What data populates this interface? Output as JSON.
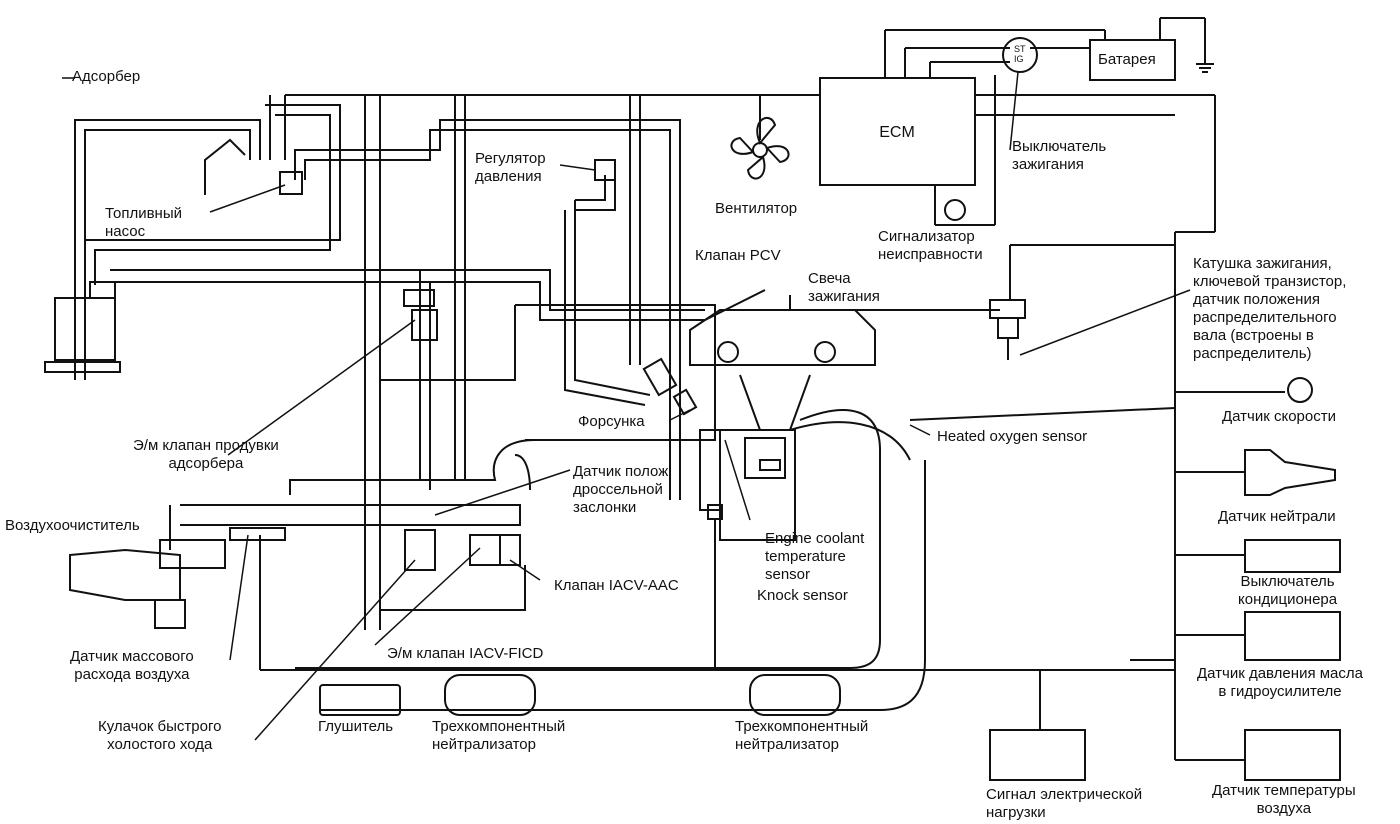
{
  "labels": {
    "adsorber": "Адсорбер",
    "fuel_pump": "Топливный\nнасос",
    "pressure_regulator": "Регулятор\nдавления",
    "fan": "Вентилятор",
    "ecm": "ECM",
    "battery": "Батарея",
    "ignition_switch_contacts": "ST\nIG",
    "ignition_switch": "Выключатель\nзажигания",
    "malfunction_indicator": "Сигнализатор\nнеисправности",
    "pcv_valve": "Клапан PCV",
    "spark_plug": "Свеча\nзажигания",
    "ignition_coil": "Катушка зажигания,\nключевой транзистор,\nдатчик положения\nраспределительного\nвала (встроены в\nраспределитель)",
    "injector": "Форсунка",
    "heated_oxygen_sensor": "Heated oxygen sensor",
    "speed_sensor": "Датчик скорости",
    "neutral_sensor": "Датчик нейтрали",
    "ac_switch": "Выключатель\nкондиционера",
    "power_steering_sensor": "Датчик давления масла\nв гидроусилителе",
    "air_temp_sensor": "Датчик температуры\nвоздуха",
    "electrical_load_signal": "Сигнал электрической\nнагрузки",
    "purge_solenoid": "Э/м клапан продувки\nадсорбера",
    "air_cleaner": "Воздухоочиститель",
    "throttle_position_sensor": "Датчик полож.\nдроссельной\nзаслонки",
    "coolant_temp_sensor": "Engine coolant\ntemperature\nsensor",
    "knock_sensor": "Knock sensor",
    "iacv_aac": "Клапан IACV-AAC",
    "iacv_ficd": "Э/м клапан IACV-FICD",
    "mass_air_flow_sensor": "Датчик массового\nрасхода воздуха",
    "fast_idle_cam": "Кулачок быстрого\nхолостого хода",
    "muffler": "Глушитель",
    "catalyst_front": "Трехкомпонентный\nнейтрализатор",
    "catalyst_rear": "Трехкомпонентный\nнейтрализатор"
  }
}
